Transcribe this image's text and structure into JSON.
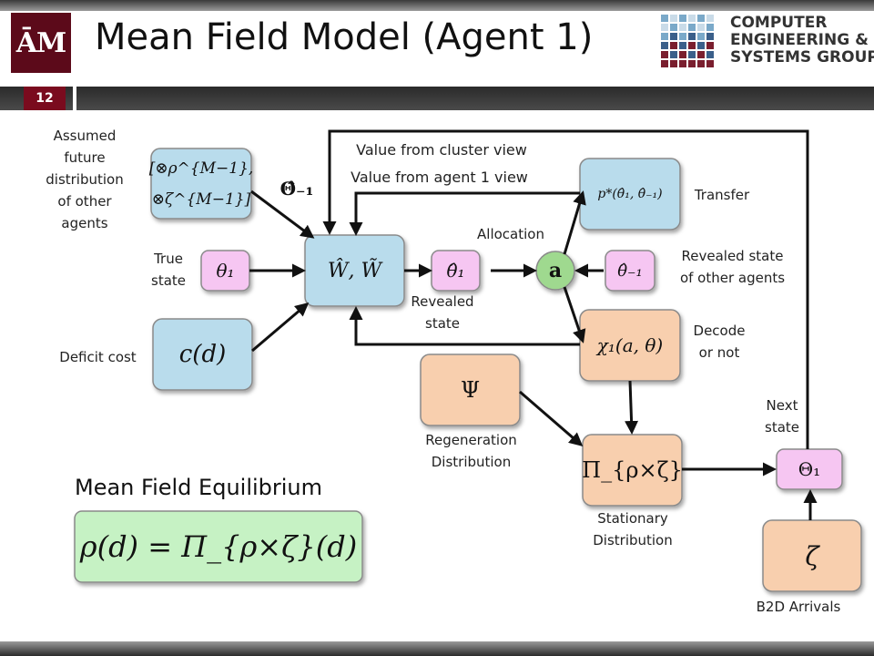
{
  "slide": {
    "title": "Mean Field Model (Agent 1)",
    "number": "12",
    "logo_text": "ĀM",
    "org_logo_lines": [
      "COMPUTER",
      "ENGINEERING &",
      "SYSTEMS GROUP"
    ]
  },
  "labels": {
    "assumed": "Assumed\nfuture\ndistribution\nof other\nagents",
    "true_state": "True\nstate",
    "deficit_cost": "Deficit cost",
    "value_cluster": "Value from cluster view",
    "value_agent": "Value from agent 1 view",
    "transfer": "Transfer",
    "allocation": "Allocation",
    "revealed_others": "Revealed state\nof other agents",
    "revealed_state": "Revealed\nstate",
    "decode": "Decode\nor not",
    "next_state": "Next\nstate",
    "regeneration": "Regeneration\nDistribution",
    "stationary": "Stationary\nDistribution",
    "b2d": "B2D Arrivals",
    "mfe_title": "Mean Field Equilibrium"
  },
  "math": {
    "assumed_box": "[⊗ρ^{M−1},\n⊗ζ^{M−1}]",
    "theta_hat_minus": "Θ̂₋₁",
    "theta1": "θ₁",
    "cd": "c(d)",
    "w": "Ŵ, W̃",
    "theta_hat1": "θ̂₁",
    "a": "a",
    "theta_hat_minus1": "θ̂₋₁",
    "transfer_box": "p*(θ̂₁, θ̂₋₁)",
    "chi": "χ₁(a, θ)",
    "psi": "Ψ",
    "pi": "Π_{ρ×ζ}",
    "Theta1": "Θ₁",
    "zeta": "ζ",
    "equation": "ρ(d) = Π_{ρ×ζ}(d)"
  },
  "colors": {
    "blue_box": "#b9dcec",
    "pink_box": "#f6c6f2",
    "orange_box": "#f8cfae",
    "green_box": "#c6f2c4",
    "node_a": "#9fd98f",
    "title_bar": "#7a0b1e"
  }
}
